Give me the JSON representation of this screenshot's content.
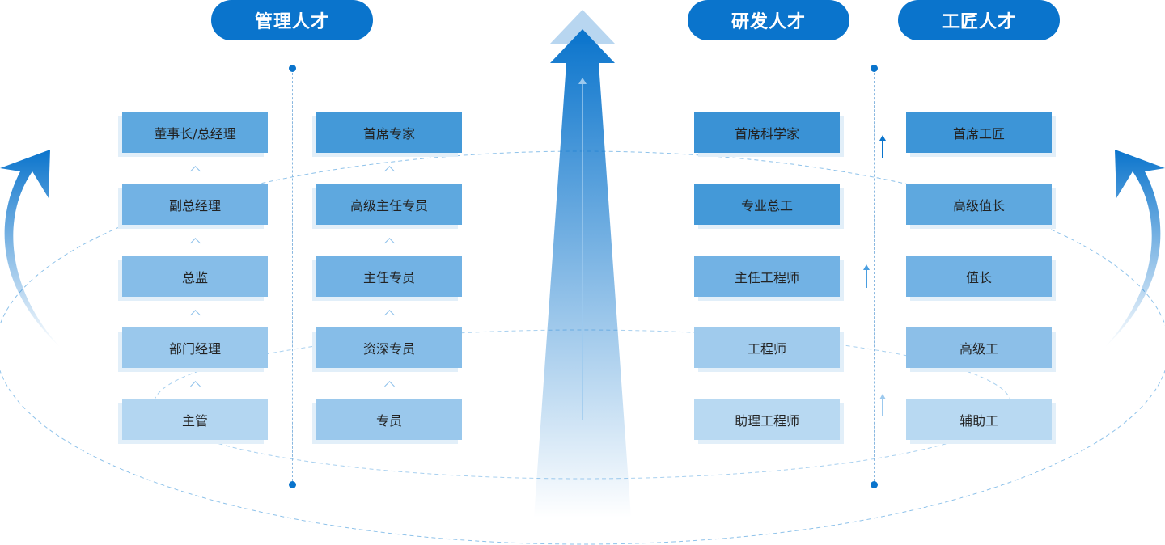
{
  "headers": {
    "management": "管理人才",
    "rnd": "研发人才",
    "craftsman": "工匠人才"
  },
  "columns": [
    {
      "name": "management",
      "items": [
        "董事长/总经理",
        "副总经理",
        "总监",
        "部门经理",
        "主管"
      ],
      "colors": [
        "#5ea8df",
        "#72b2e4",
        "#86bde8",
        "#9ac8ec",
        "#b3d6f1"
      ]
    },
    {
      "name": "specialist",
      "items": [
        "首席专家",
        "高级主任专员",
        "主任专员",
        "资深专员",
        "专员"
      ],
      "colors": [
        "#4499d8",
        "#5ea8df",
        "#72b2e4",
        "#86bde8",
        "#9ac8ec"
      ]
    },
    {
      "name": "rnd",
      "items": [
        "首席科学家",
        "专业总工",
        "主任工程师",
        "工程师",
        "助理工程师"
      ],
      "colors": [
        "#3a92d5",
        "#4499d8",
        "#72b2e4",
        "#a0cbed",
        "#b8d9f2"
      ]
    },
    {
      "name": "craftsman",
      "items": [
        "首席工匠",
        "高级值长",
        "值长",
        "高级工",
        "辅助工"
      ],
      "colors": [
        "#3d95d7",
        "#5ea8df",
        "#72b2e4",
        "#8cbfe8",
        "#b8d9f2"
      ]
    }
  ],
  "accent": "#0a74cc"
}
